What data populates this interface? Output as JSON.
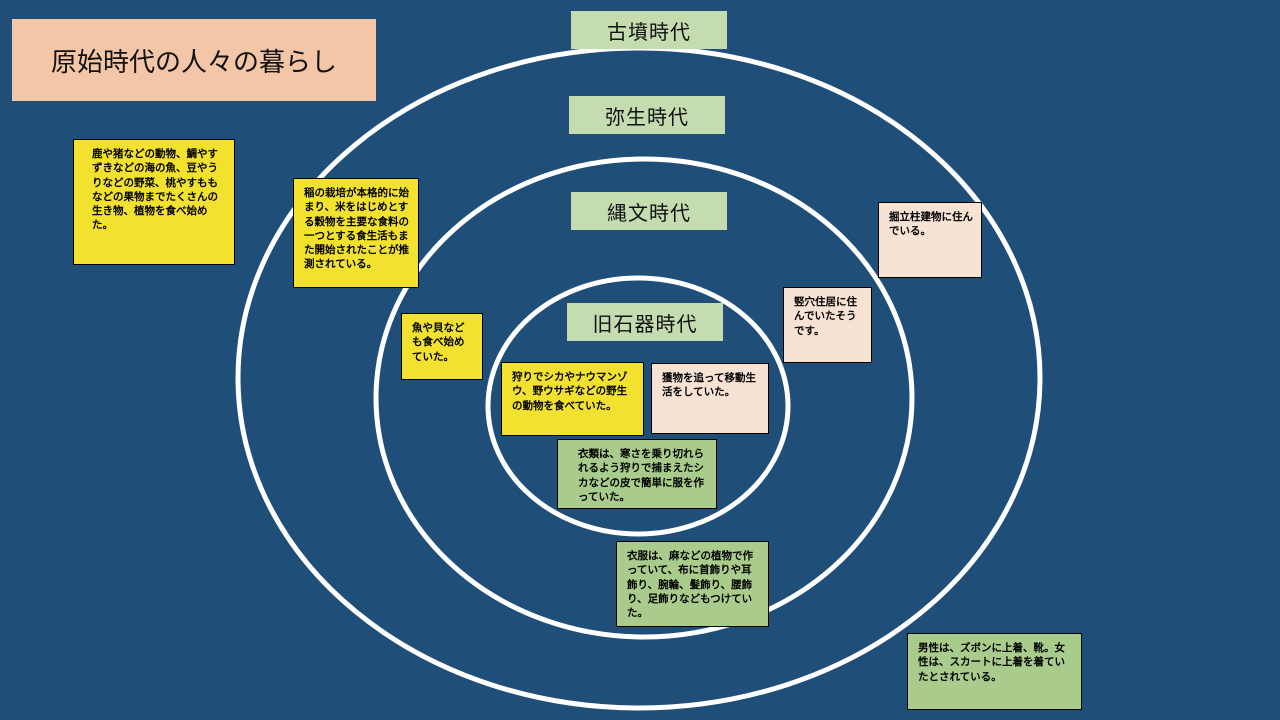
{
  "title": "原始時代の人々の暮らし",
  "colors": {
    "background": "#1f4e79",
    "ring": "#ffffff",
    "title_fill": "#f4c6a8",
    "era_fill": "#c5dcb0",
    "note_food": "#f2e12f",
    "note_housing": "#f7e2d4",
    "note_clothing": "#a9cc8c"
  },
  "eras": {
    "kofun": "古墳時代",
    "yayoi": "弥生時代",
    "jomon": "縄文時代",
    "paleolithic": "旧石器時代"
  },
  "notes": {
    "jomon_food_land": "鹿や猪などの動物、鯛やすずきなどの海の魚、豆やうりなどの野菜、桃やすももなどの果物までたくさんの生き物、植物を食べ始めた。",
    "yayoi_food": "稲の栽培が本格的に始まり、米をはじめとする穀物を主要な食料の一つとする食生活もまた開始されたことが推測されている。",
    "jomon_food_sea": "魚や貝なども食べ始めていた。",
    "paleolithic_food": "狩りでシカやナウマンゾウ、野ウサギなどの野生の動物を食べていた。",
    "paleolithic_life": "獲物を追って移動生活をしていた。",
    "paleolithic_clothing": "衣類は、寒さを乗り切れられるよう狩りで捕まえたシカなどの皮で簡単に服を作っていた。",
    "jomon_housing": "竪穴住居に住んでいたそうです。",
    "yayoi_housing": "掘立柱建物に住んでいる。",
    "jomon_clothing": "衣服は、麻などの植物で作っていて、布に首飾りや耳飾り、腕輪、髪飾り、腰飾り、足飾りなどもつけていた。",
    "kofun_clothing": "男性は、ズボンに上着、靴。女性は、スカートに上着を着ていたとされている。"
  }
}
